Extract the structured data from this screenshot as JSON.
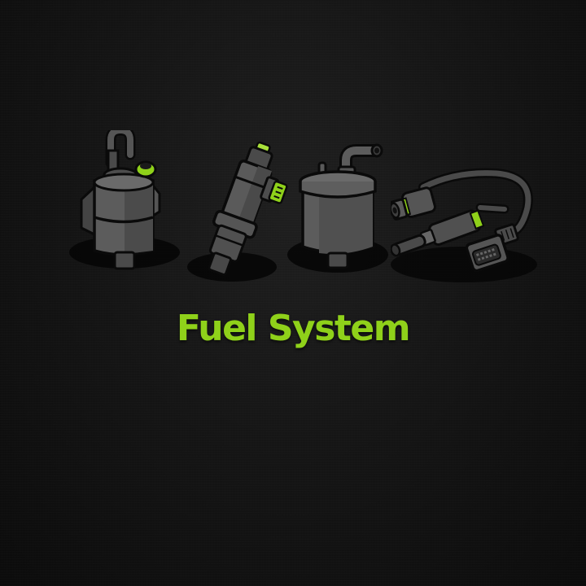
{
  "title": "Fuel System",
  "colors": {
    "background": "#151515",
    "accent": "#8fd11a",
    "part_body": "#5a5a5a",
    "part_outline": "#0a0a0a"
  },
  "parts": [
    {
      "name": "fuel-pump",
      "icon": "fuel-pump-icon"
    },
    {
      "name": "fuel-injector",
      "icon": "fuel-injector-icon"
    },
    {
      "name": "fuel-filter",
      "icon": "fuel-filter-icon"
    },
    {
      "name": "fuel-sensor-connector",
      "icon": "sensor-connector-icon"
    }
  ]
}
